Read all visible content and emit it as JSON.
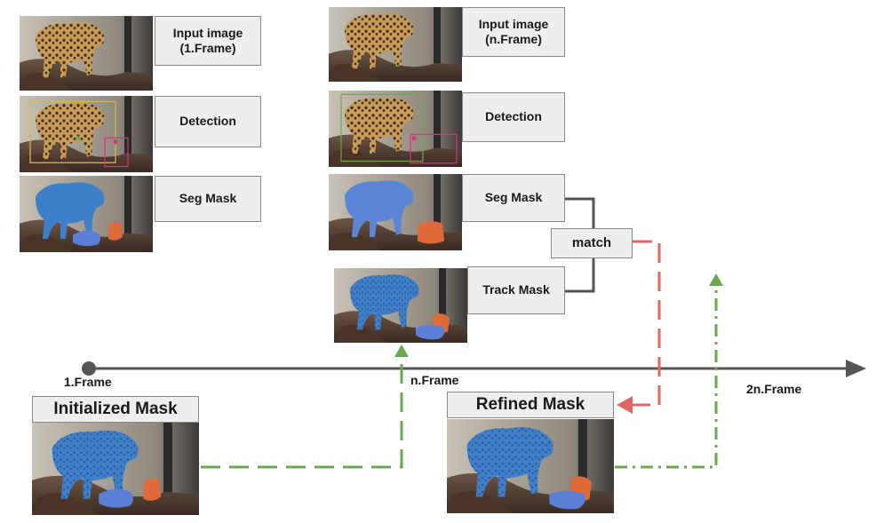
{
  "frame1": {
    "input_label": "Input image\n(1.Frame)",
    "detection_label": "Detection",
    "seg_label": "Seg Mask"
  },
  "frameN": {
    "input_label": "Input image\n(n.Frame)",
    "detection_label": "Detection",
    "seg_label": "Seg Mask",
    "track_label": "Track Mask",
    "match_label": "match"
  },
  "timeline": {
    "frame1": "1.Frame",
    "frameN": "n.Frame",
    "frame2N": "2n.Frame"
  },
  "initialized_mask_label": "Initialized Mask",
  "refined_mask_label": "Refined Mask",
  "colors": {
    "box_fill": "#eeeeee",
    "box_border": "#8a8a8a",
    "timeline": "#555555",
    "green_arrow": "#6aa84f",
    "red_arrow": "#e06666",
    "connector": "#555555",
    "leopard_mask": "#3d7fc9",
    "object_mask": "#e06a3a",
    "detect_green": "#6aa84f",
    "detect_pink": "#e0307a"
  }
}
